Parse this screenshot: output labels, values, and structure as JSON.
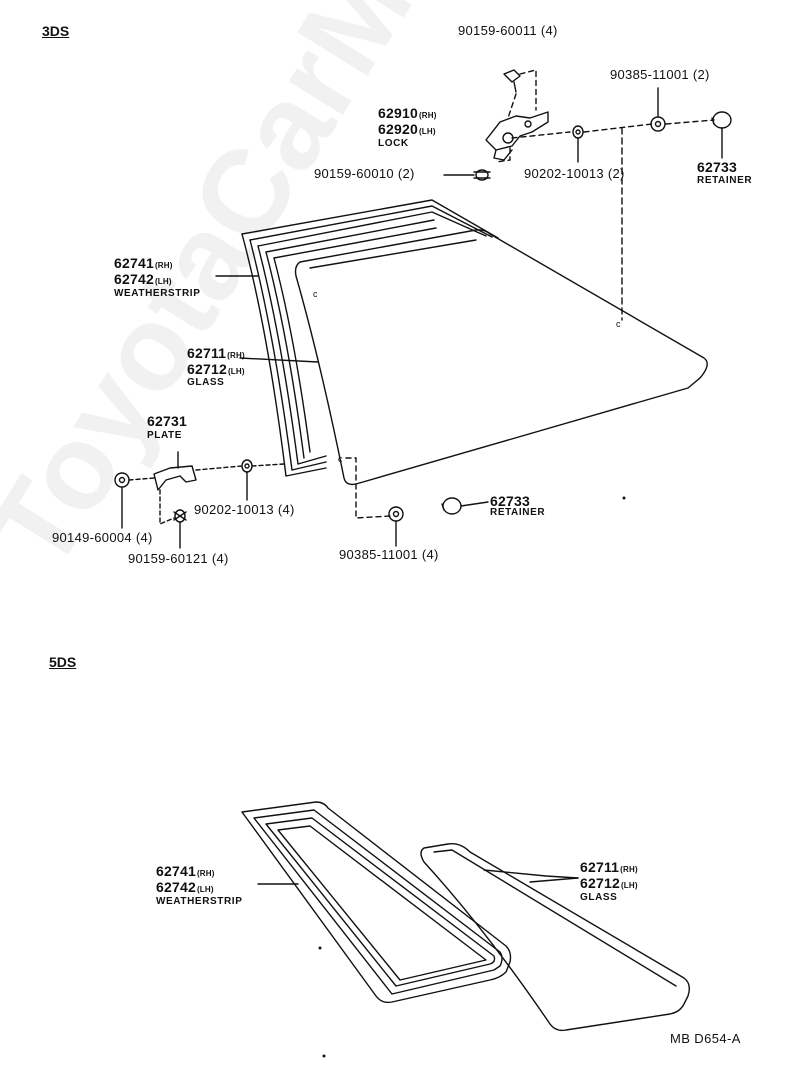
{
  "sections": {
    "top": "3DS",
    "bottom": "5DS"
  },
  "watermark": "ToyotaCarMine.ru",
  "diagram_code": "MB D654-A",
  "top_labels": {
    "screw_top": {
      "part": "90159-60011",
      "qty": "(4)"
    },
    "lock_rh": {
      "part": "62910",
      "side": "(RH)"
    },
    "lock_lh": {
      "part": "62920",
      "side": "(LH)"
    },
    "lock_name": "LOCK",
    "screw_lock": {
      "part": "90159-60010",
      "qty": "(2)"
    },
    "washer_lock": {
      "part": "90202-10013",
      "qty": "(2)"
    },
    "nut_right": {
      "part": "90385-11001",
      "qty": "(2)"
    },
    "retainer_right": {
      "part": "62733",
      "name": "RETAINER"
    },
    "weatherstrip_rh": {
      "part": "62741",
      "side": "(RH)"
    },
    "weatherstrip_lh": {
      "part": "62742",
      "side": "(LH)"
    },
    "weatherstrip_name": "WEATHERSTRIP",
    "glass_rh": {
      "part": "62711",
      "side": "(RH)"
    },
    "glass_lh": {
      "part": "62712",
      "side": "(LH)"
    },
    "glass_name": "GLASS",
    "plate": {
      "part": "62731",
      "name": "PLATE"
    },
    "washer_plate": {
      "part": "90202-10013",
      "qty": "(4)"
    },
    "retainer_bottom": {
      "part": "62733",
      "name": "RETAINER"
    },
    "nut_left": {
      "part": "90149-60004",
      "qty": "(4)"
    },
    "screw_plate": {
      "part": "90159-60121",
      "qty": "(4)"
    },
    "nut_bottom": {
      "part": "90385-11001",
      "qty": "(4)"
    }
  },
  "bottom_labels": {
    "weatherstrip_rh": {
      "part": "62741",
      "side": "(RH)"
    },
    "weatherstrip_lh": {
      "part": "62742",
      "side": "(LH)"
    },
    "weatherstrip_name": "WEATHERSTRIP",
    "glass_rh": {
      "part": "62711",
      "side": "(RH)"
    },
    "glass_lh": {
      "part": "62712",
      "side": "(LH)"
    },
    "glass_name": "GLASS"
  }
}
